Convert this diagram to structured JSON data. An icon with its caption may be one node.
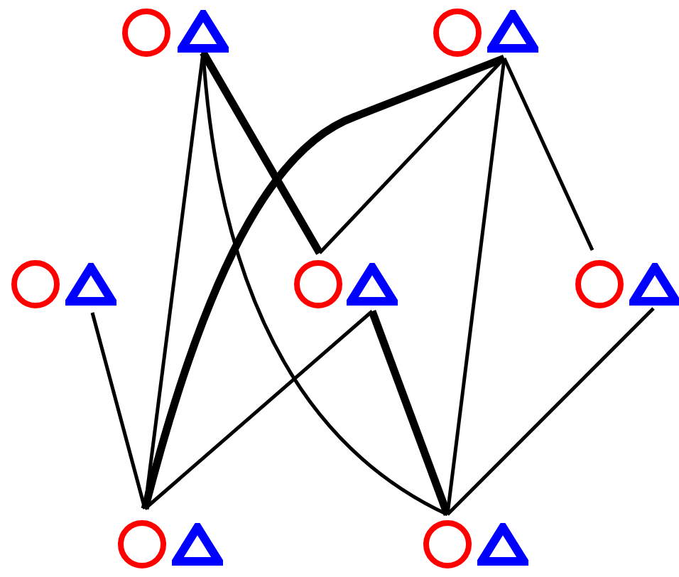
{
  "diagram": {
    "nodes": [
      {
        "text": [],
        "shape": "circle"
      },
      {
        "text": [],
        "shape": "triangle"
      },
      {
        "text": [],
        "shape": "circle"
      },
      {
        "text": [],
        "shape": "triangle"
      },
      {
        "text": [],
        "shape": "circle"
      },
      {
        "text": [],
        "shape": "triangle"
      },
      {
        "text": [],
        "shape": "circle"
      },
      {
        "text": [],
        "shape": "triangle"
      },
      {
        "text": [],
        "shape": "circle"
      },
      {
        "text": [],
        "shape": "triangle"
      },
      {
        "text": [],
        "shape": "circle"
      },
      {
        "text": [],
        "shape": "triangle"
      },
      {
        "text": [],
        "shape": "circle"
      },
      {
        "text": [],
        "shape": "triangle"
      }
    ],
    "edges": [
      {
        "from": 1,
        "to": 10,
        "arrow": "none"
      },
      {
        "from": 1,
        "to": 12,
        "arrow": "none"
      },
      {
        "from": 1,
        "to": 6,
        "arrow": "none",
        "style": "thick"
      },
      {
        "from": 3,
        "to": 10,
        "arrow": "none",
        "style": "thick"
      },
      {
        "from": 3,
        "to": 6,
        "arrow": "none"
      },
      {
        "from": 3,
        "to": 12,
        "arrow": "none"
      },
      {
        "from": 3,
        "to": 8,
        "arrow": "none"
      },
      {
        "from": 5,
        "to": 10,
        "arrow": "none"
      },
      {
        "from": 7,
        "to": 10,
        "arrow": "none"
      },
      {
        "from": 7,
        "to": 12,
        "arrow": "none",
        "style": "thick"
      },
      {
        "from": 9,
        "to": 12,
        "arrow": "none"
      }
    ]
  }
}
